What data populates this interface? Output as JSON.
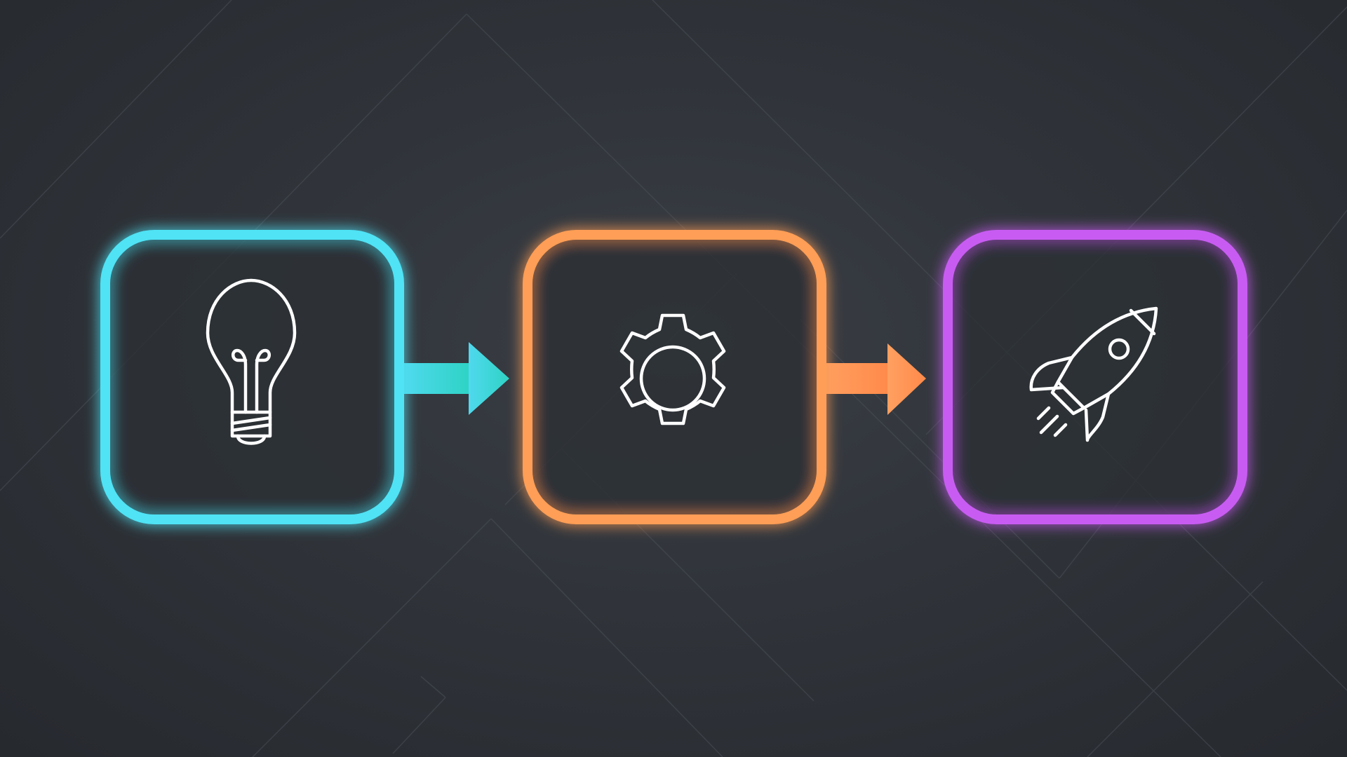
{
  "diagram": {
    "steps": [
      {
        "name": "idea",
        "icon": "lightbulb-icon",
        "color": "#4fe3f5"
      },
      {
        "name": "process",
        "icon": "gear-icon",
        "color": "#ff9e57"
      },
      {
        "name": "launch",
        "icon": "rocket-icon",
        "color": "#c85cf2"
      }
    ],
    "connectors": [
      {
        "from": "idea",
        "to": "process",
        "color_start": "#4fd9ee",
        "color_end": "#2ed3c4"
      },
      {
        "from": "process",
        "to": "launch",
        "color_start": "#ffa061",
        "color_end": "#ff8a4a"
      }
    ],
    "icon_stroke_color": "#ffffff",
    "background_color": "#2e3136",
    "background_line_color": "#4a4f57"
  }
}
